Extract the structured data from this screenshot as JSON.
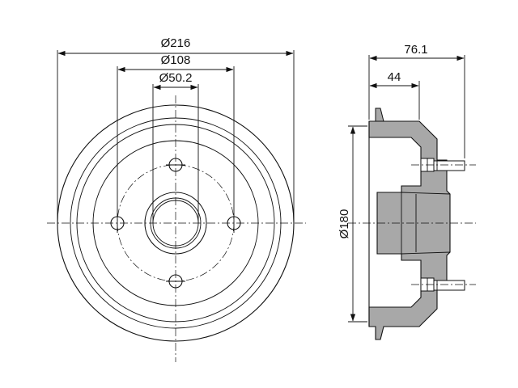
{
  "dimensions": {
    "outer_diameter": "Ø216",
    "bolt_circle": "Ø108",
    "center_bore": "Ø50.2",
    "drum_inner_diameter": "Ø180",
    "overall_height": "76.1",
    "hub_height": "44"
  },
  "colors": {
    "line": "#111111",
    "section_fill": "#a0a0a0",
    "background": "#ffffff"
  }
}
